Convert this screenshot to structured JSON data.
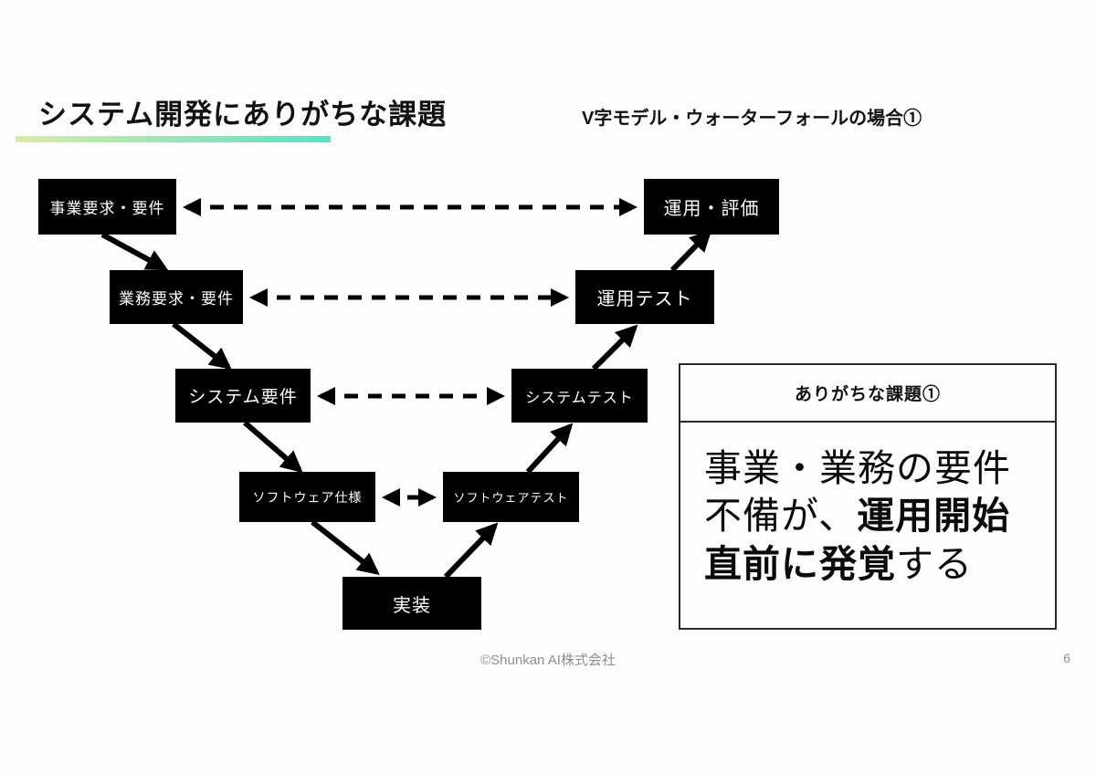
{
  "slide": {
    "title": "システム開発にありがちな課題",
    "subtitle": "V字モデル・ウォーターフォールの場合①",
    "footer": "©Shunkan AI株式会社",
    "page_number": "6"
  },
  "colors": {
    "slide_bg": "#fdfdfd",
    "box_bg": "#000000",
    "box_text": "#ffffff",
    "underline_start": "#d9eca3",
    "underline_end": "#52e5c6",
    "arrow_color": "#000000",
    "footer_text": "#8f8f8f"
  },
  "vmodel": {
    "left_column": [
      {
        "label": "事業要求・要件"
      },
      {
        "label": "業務要求・要件"
      },
      {
        "label": "システム要件"
      },
      {
        "label": "ソフトウェア仕様"
      }
    ],
    "right_column": [
      {
        "label": "運用・評価"
      },
      {
        "label": "運用テスト"
      },
      {
        "label": "システムテスト"
      },
      {
        "label": "ソフトウェアテスト"
      }
    ],
    "bottom": {
      "label": "実装"
    },
    "flow": {
      "left_direction": "down",
      "right_direction": "up",
      "horizontal_links": "dashed-double-arrows"
    }
  },
  "callout": {
    "header": "ありがちな課題①",
    "body_segments": [
      {
        "text": "事業・業務の要件不備が、",
        "bold": false
      },
      {
        "text": "運用開始直前に発覚",
        "bold": true
      },
      {
        "text": "する",
        "bold": false
      }
    ]
  }
}
